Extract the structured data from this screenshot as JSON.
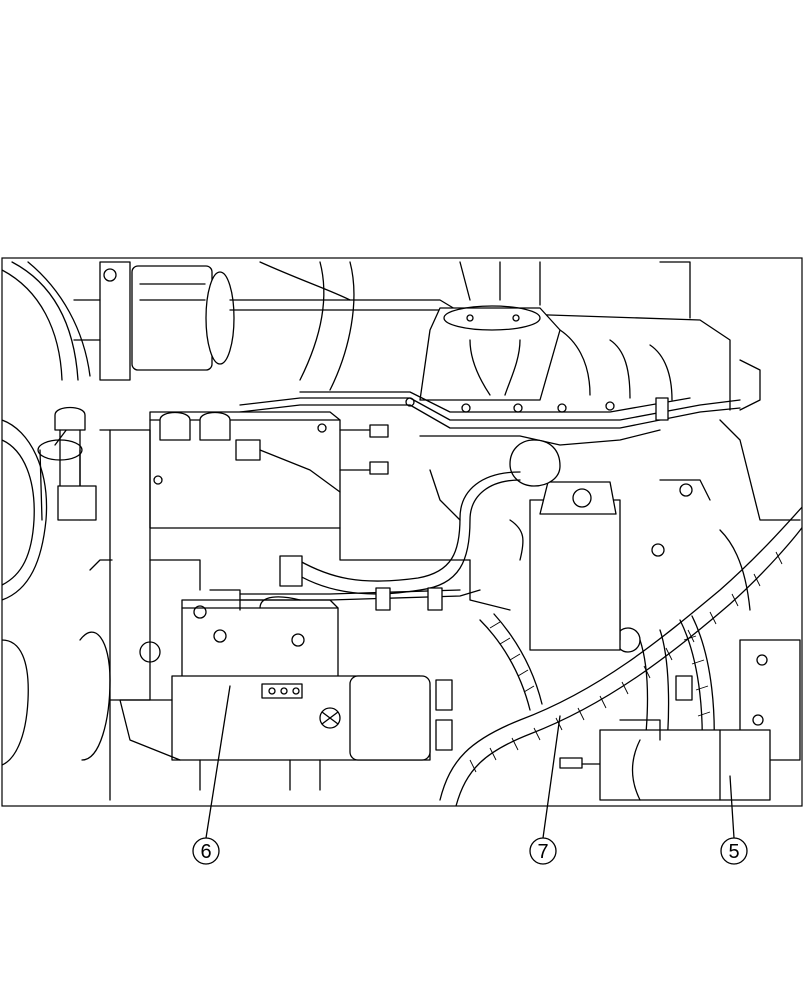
{
  "callouts": [
    {
      "id": "6",
      "label": "6"
    },
    {
      "id": "7",
      "label": "7"
    },
    {
      "id": "5",
      "label": "5"
    }
  ]
}
